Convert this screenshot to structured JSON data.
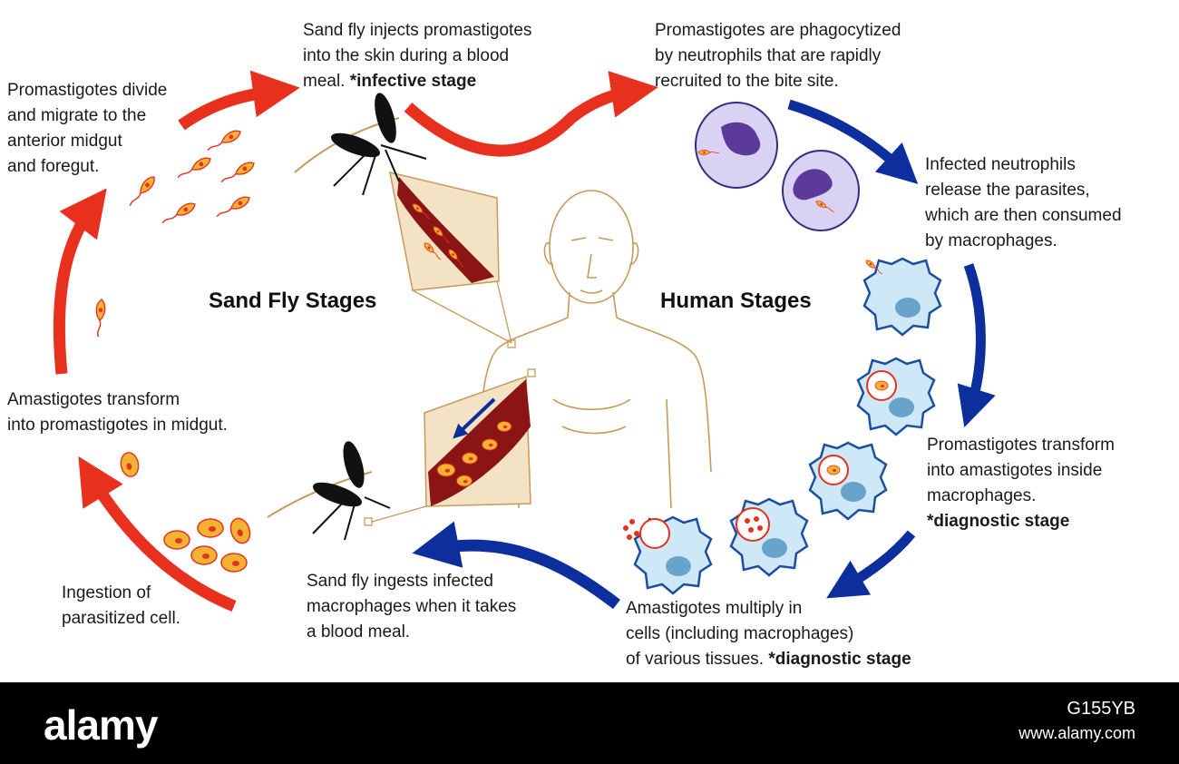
{
  "headings": {
    "sand_fly": "Sand Fly Stages",
    "human": "Human Stages"
  },
  "steps": {
    "inject": {
      "text": "Sand fly injects promastigotes\ninto the skin during a blood\nmeal. ",
      "emphasis": "*infective stage"
    },
    "phagocytized": {
      "text": "Promastigotes are phagocytized\nby neutrophils that are rapidly\nrecruited to the bite site."
    },
    "release": {
      "text": "Infected neutrophils\nrelease the parasites,\nwhich are then consumed\nby macrophages."
    },
    "transform_amastigote": {
      "text": "Promastigotes transform\ninto amastigotes inside\nmacrophages.",
      "emphasis": "*diagnostic stage"
    },
    "multiply": {
      "text": "Amastigotes multiply in\ncells (including macrophages)\nof various tissues. ",
      "emphasis": "*diagnostic stage"
    },
    "ingests": {
      "text": "Sand fly ingests infected\nmacrophages when it takes\na blood meal."
    },
    "ingestion": {
      "text": "Ingestion of\nparasitized cell."
    },
    "transform_promastigote": {
      "text": "Amastigotes transform\ninto promastigotes in midgut."
    },
    "divide": {
      "text": "Promastigotes divide\nand migrate to the\nanterior midgut\nand foregut."
    }
  },
  "footer": {
    "logo": "alamy",
    "image_id": "G155YB",
    "site": "www.alamy.com"
  },
  "colors": {
    "sand_fly_arrow": "#e8301e",
    "human_arrow": "#0d2f9e",
    "skin_outline": "#c79a5a",
    "tissue": "#8b1414",
    "macrophage": "#cfe8f7",
    "macrophage_edge": "#1d4fa0",
    "neutrophil": "#d9d2f2",
    "neutrophil_nucleus": "#5b3a9a",
    "parasite": "#f2b233"
  }
}
